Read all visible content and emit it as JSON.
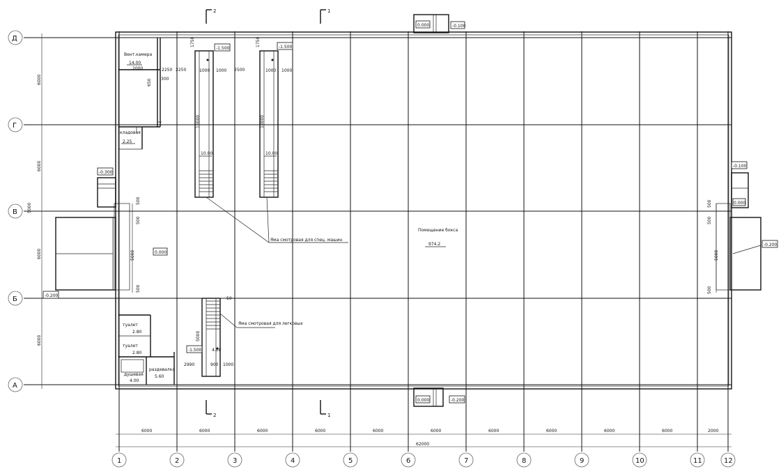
{
  "axes_rows": [
    "Д",
    "Г",
    "В",
    "Б",
    "А"
  ],
  "axes_cols": [
    "1",
    "2",
    "3",
    "4",
    "5",
    "6",
    "7",
    "8",
    "9",
    "10",
    "11",
    "12"
  ],
  "col_spans": [
    "6000",
    "6000",
    "6000",
    "6000",
    "6000",
    "6000",
    "6000",
    "6000",
    "6000",
    "6000",
    "2000"
  ],
  "total_length": "62000",
  "row_spans": [
    "6000",
    "6000",
    "6000",
    "6000"
  ],
  "row_small": "5000",
  "sections": {
    "s1": "1",
    "s2": "2"
  },
  "levels": {
    "top_entry": "0.000",
    "top_entry_outer": "-0.100",
    "bottom_entry": "0.000",
    "bottom_entry_outer": "-0.200",
    "right_small": "-0.100",
    "right_small_inner": "0.000",
    "right_gate": "-0.200",
    "left_small": "-0.300",
    "left_gate": "-0.200",
    "hall": "0.000",
    "pit1": "-1.500",
    "pit2": "-1.500",
    "pit3": "-1.500"
  },
  "rooms": {
    "vent": "Вент.камера",
    "vent_area": "14.00",
    "pantry": "кладовая",
    "pantry_area": "2.25",
    "hall": "Помещение бокса",
    "hall_area": "974.2",
    "wc1": "туалет",
    "wc1_area": "2.80",
    "wc2": "туалет",
    "wc2_area": "2.80",
    "shower": "душевая",
    "shower_area": "4.00",
    "dressing": "раздевалка",
    "dressing_area": "5.60",
    "pit_area1": "10.00",
    "pit_area2": "10.00"
  },
  "notes": {
    "pit_special": "Яма смотровая для спец. машин",
    "pit_cars": "Яма смотровая для легковых"
  },
  "dims": {
    "d1000a": "1000",
    "d1000b": "1000",
    "d1000c": "1000",
    "d1000d": "1000",
    "d2500": "2500",
    "d2000": "2000",
    "d2250": "2250",
    "d2250b": "2250",
    "d1750a": "1750",
    "d1750b": "1750",
    "d650": "650",
    "d300": "300",
    "d10000a": "10000",
    "d10000b": "10000",
    "d500a": "500",
    "d500b": "500",
    "d500c": "500",
    "d500d": "500",
    "d500e": "500",
    "d500f": "500",
    "d5000a": "5000",
    "d5000b": "5000",
    "d5000c": "5000",
    "d2990": "2990",
    "d900": "900",
    "d50": "50",
    "d1000e": "1000"
  }
}
